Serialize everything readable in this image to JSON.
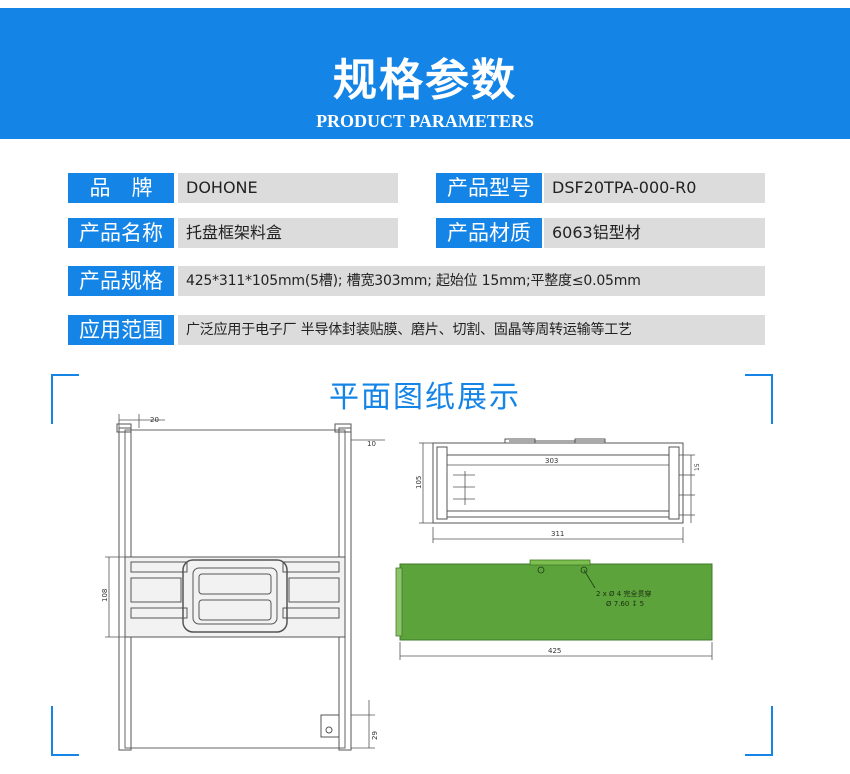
{
  "header": {
    "title_cn": "规格参数",
    "title_en": "PRODUCT PARAMETERS"
  },
  "params": {
    "brand_label": "品　牌",
    "brand_value": "DOHONE",
    "model_label": "产品型号",
    "model_value": "DSF20TPA-000-R0",
    "name_label": "产品名称",
    "name_value": "托盘框架料盒",
    "material_label": "产品材质",
    "material_value": "6063铝型材",
    "spec_label": "产品规格",
    "spec_value": "425*311*105mm(5槽); 槽宽303mm; 起始位 15mm;平整度≤0.05mm",
    "usage_label": "应用范围",
    "usage_value": "广泛应用于电子厂 半导体封装贴膜、磨片、切割、固晶等周转运输等工艺"
  },
  "drawings": {
    "title": "平面图纸展示",
    "top_view": {
      "dim_20": "20",
      "dim_10": "10",
      "dim_108": "108",
      "dim_29": "29"
    },
    "side_view": {
      "dim_303": "303",
      "dim_105": "105",
      "dim_15": "15",
      "dim_311": "311"
    },
    "front_view": {
      "hole_note_line1": "2 x Ø 4 完全贯穿",
      "hole_note_line2": "Ø 7.60 ↧ 5",
      "dim_425": "425"
    }
  },
  "colors": {
    "accent": "#1484e6",
    "value_bg": "#dcdcdc",
    "green_part": "#5ca33c"
  }
}
